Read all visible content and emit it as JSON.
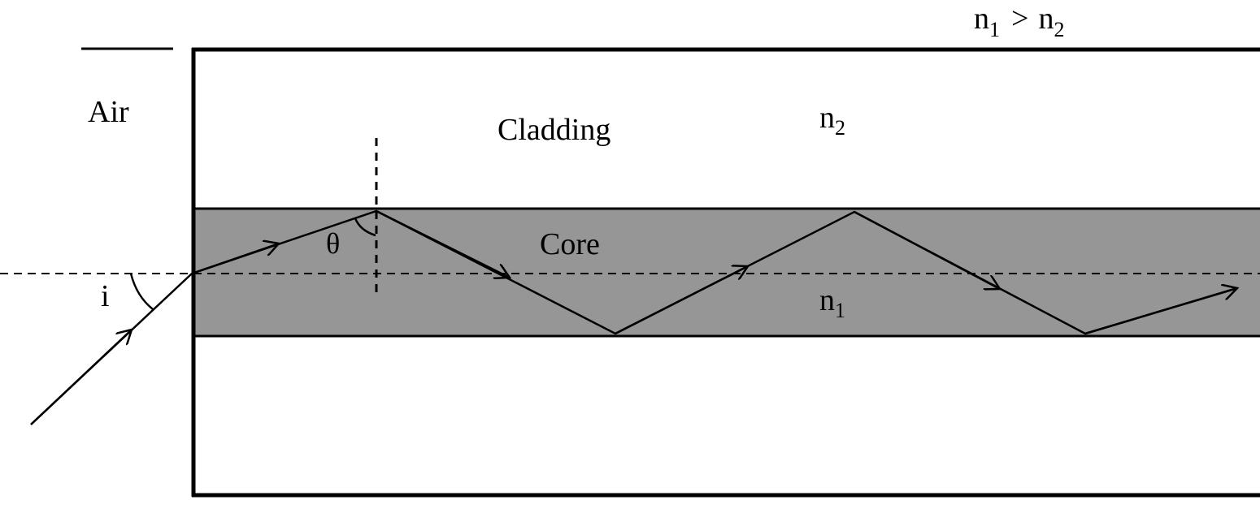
{
  "labels": {
    "condition_n1": "n",
    "condition_sub1": "1",
    "condition_gt": ">",
    "condition_n2": "n",
    "condition_sub2": "2",
    "air": "Air",
    "cladding": "Cladding",
    "cladding_n": "n",
    "cladding_sub": "2",
    "core": "Core",
    "core_n": "n",
    "core_sub": "1",
    "theta": "θ",
    "incidence": "i"
  },
  "colors": {
    "core_fill": "#969696",
    "line": "#000000"
  }
}
